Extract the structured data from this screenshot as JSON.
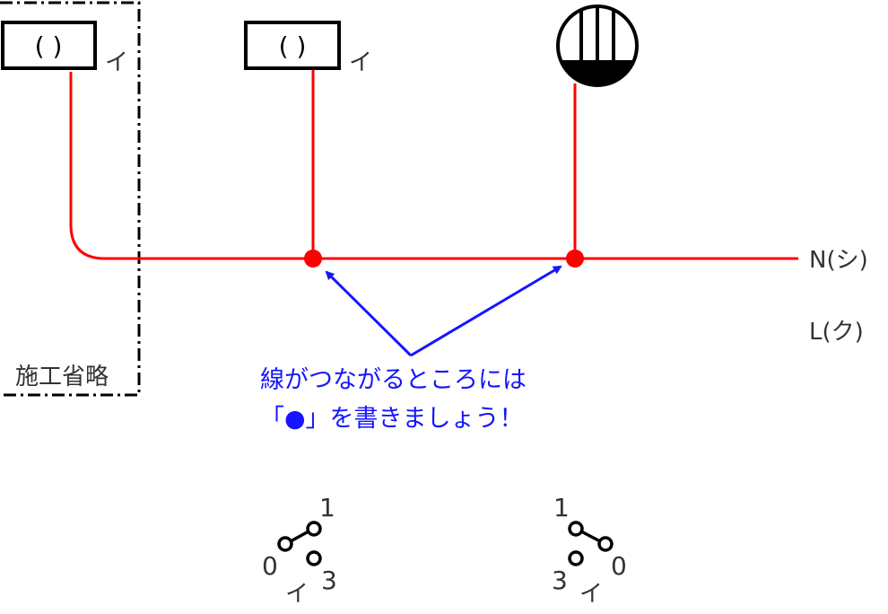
{
  "colors": {
    "wire": "#ff0000",
    "junction": "#ff0000",
    "annotation": "#1515ff",
    "outline": "#000000",
    "text": "#333333"
  },
  "fixtures": [
    {
      "bracket_text": "(  )",
      "label": "イ"
    },
    {
      "bracket_text": "(  )",
      "label": "イ"
    }
  ],
  "outlet_icon": "outlet-symbol-icon",
  "omitted_area_label": "施工省略",
  "wires": {
    "neutral_label": "N(シ)",
    "live_label": "L(ク)"
  },
  "note": {
    "line1": "線がつながるところには",
    "line2": "「●」を書きましょう！"
  },
  "switches": [
    {
      "terminal_top": "1",
      "terminal_left": "0",
      "terminal_bottom": "3",
      "label": "イ"
    },
    {
      "terminal_top": "1",
      "terminal_right": "0",
      "terminal_bottom": "3",
      "label": "イ"
    }
  ]
}
